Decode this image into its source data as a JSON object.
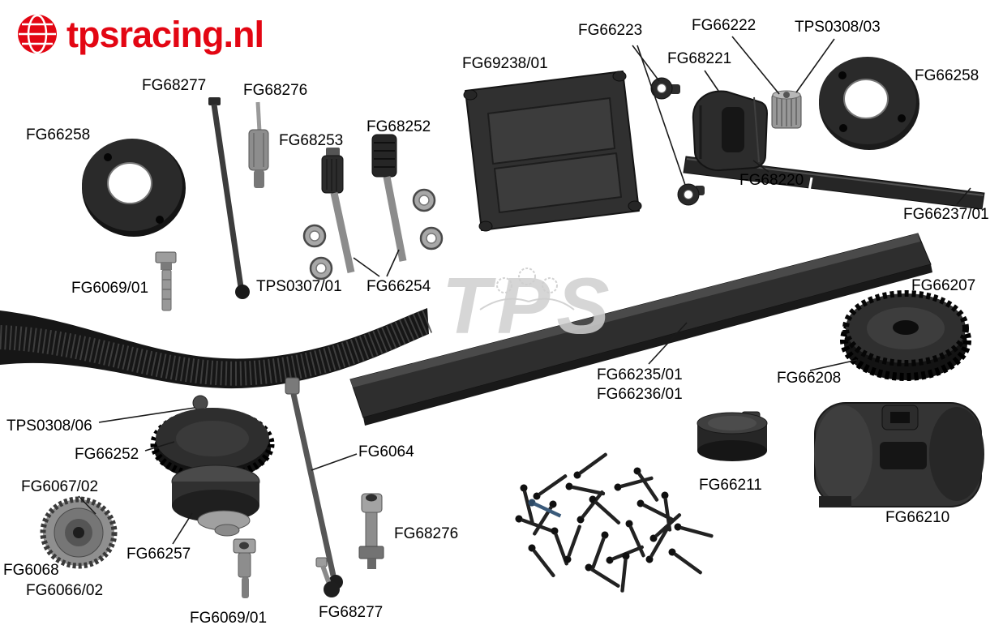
{
  "logo": {
    "text": "tpsracing.nl",
    "brand_color": "#e30613",
    "icon": "globe-icon"
  },
  "watermark": {
    "text": "TPS"
  },
  "labels": [
    {
      "text": "FG68277"
    },
    {
      "text": "FG68276"
    },
    {
      "text": "FG66258"
    },
    {
      "text": "FG68253"
    },
    {
      "text": "FG68252"
    },
    {
      "text": "FG69238/01"
    },
    {
      "text": "FG66223"
    },
    {
      "text": "FG66222"
    },
    {
      "text": "FG68221"
    },
    {
      "text": "TPS0308/03"
    },
    {
      "text": "FG66258"
    },
    {
      "text": "FG68220"
    },
    {
      "text": "FG66237/01"
    },
    {
      "text": "FG6069/01"
    },
    {
      "text": "TPS0307/01"
    },
    {
      "text": "FG66254"
    },
    {
      "text": "FG66207"
    },
    {
      "text": "FG66235/01"
    },
    {
      "text": "FG66236/01"
    },
    {
      "text": "FG66208"
    },
    {
      "text": "TPS0308/06"
    },
    {
      "text": "FG66252"
    },
    {
      "text": "FG6064"
    },
    {
      "text": "FG6067/02"
    },
    {
      "text": "FG66211"
    },
    {
      "text": "FG66210"
    },
    {
      "text": "FG6068"
    },
    {
      "text": "FG6066/02"
    },
    {
      "text": "FG66257"
    },
    {
      "text": "FG68276"
    },
    {
      "text": "FG6069/01"
    },
    {
      "text": "FG68277"
    }
  ]
}
